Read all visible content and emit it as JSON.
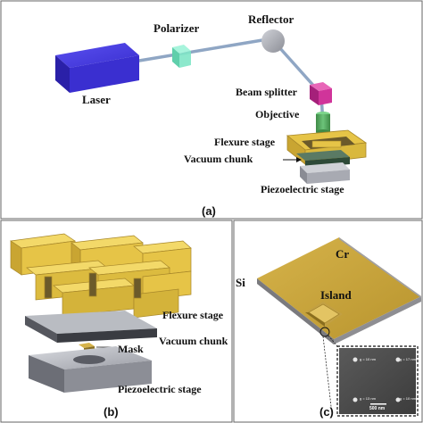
{
  "panels": {
    "a": {
      "letter": "(a)",
      "labels": {
        "laser": "Laser",
        "polarizer": "Polarizer",
        "reflector": "Reflector",
        "beam_splitter": "Beam splitter",
        "objective": "Objective",
        "flexure_stage": "Flexure stage",
        "vacuum_chunk": "Vacuum chunk",
        "piezoelectric_stage": "Piezoelectric stage"
      }
    },
    "b": {
      "letter": "(b)",
      "labels": {
        "flexure_stage": "Flexure stage",
        "vacuum_chunk": "Vacuum chunk",
        "mask": "Mask",
        "piezoelectric_stage": "Piezoelectric stage"
      }
    },
    "c": {
      "letter": "(c)",
      "labels": {
        "si": "Si",
        "cr": "Cr",
        "island": "Island"
      },
      "inset": {
        "gaps": [
          "g = 10 nm",
          "g = 17 nm",
          "g = 13 nm",
          "g = 10 nm"
        ],
        "scale_bar": "500 nm"
      }
    }
  },
  "colors": {
    "laser": "#3a2fd0",
    "polarizer": "#7fe6c6",
    "reflector": "#a9abb3",
    "beam": "#8fa6c4",
    "beam_splitter": "#d0349a",
    "objective": "#4d9a55",
    "flexure": "#e6c447",
    "substrate": "#c9a53c",
    "border": "#555555"
  }
}
